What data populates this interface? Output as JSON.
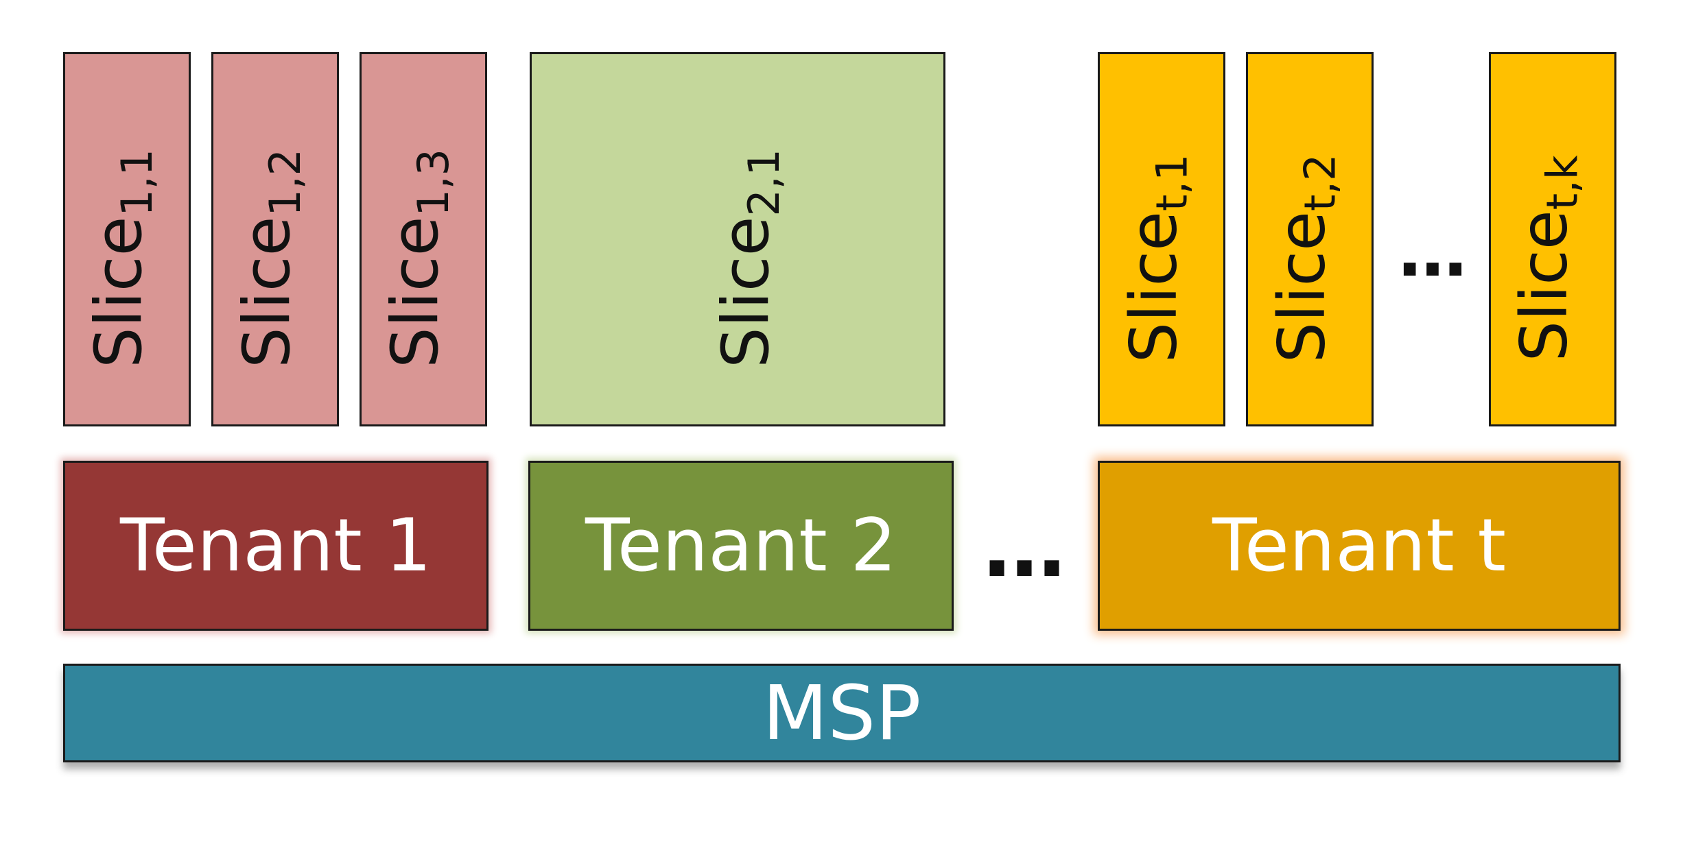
{
  "colors": {
    "tenant1_slice_fill": "#D99694",
    "tenant1_fill": "#953735",
    "tenant1_glow": "#E6B9B8",
    "tenant2_slice_fill": "#C4D79B",
    "tenant2_fill": "#77933C",
    "tenant2_glow": "#D7E4BD",
    "tenantt_slice_fill": "#FFC000",
    "tenantt_fill": "#E09F00",
    "tenantt_glow": "#FAC090",
    "msp_fill": "#31859C",
    "border": "#1A1A1A"
  },
  "slices": [
    {
      "base": "Slice",
      "sub": "1,1"
    },
    {
      "base": "Slice",
      "sub": "1,2"
    },
    {
      "base": "Slice",
      "sub": "1,3"
    },
    {
      "base": "Slice",
      "sub": "2,1"
    },
    {
      "base": "Slice",
      "sub": "t,1"
    },
    {
      "base": "Slice",
      "sub": "t,2"
    },
    {
      "base": "Slice",
      "sub": "t,k"
    }
  ],
  "slice_ellipsis": "…",
  "tenants": [
    {
      "label": "Tenant 1"
    },
    {
      "label": "Tenant 2"
    },
    {
      "label": "Tenant t"
    }
  ],
  "tenant_ellipsis": "…",
  "msp": {
    "label": "MSP"
  }
}
